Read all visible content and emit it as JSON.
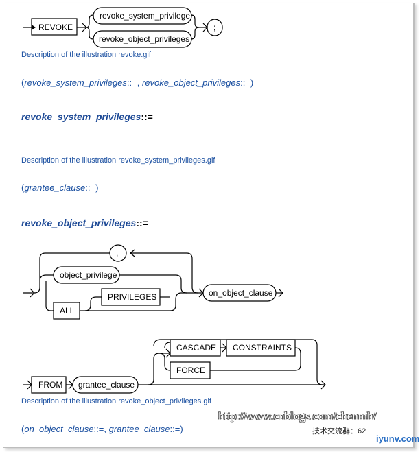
{
  "diagram1": {
    "revoke": "REVOKE",
    "sys_priv": "revoke_system_privilege",
    "obj_priv": "revoke_object_privileges",
    "semicolon": ";"
  },
  "caption1": "Description of the illustration revoke.gif",
  "ref1": {
    "open": "(",
    "a": "revoke_system_privileges",
    "a_op": "::=",
    "sep": ", ",
    "b": "revoke_object_privileges",
    "b_op": "::=",
    "close": ")"
  },
  "heading1": {
    "name": "revoke_system_privileges",
    "op": "::="
  },
  "caption2": "Description of the illustration revoke_system_privileges.gif",
  "ref2": {
    "open": "(",
    "a": "grantee_clause",
    "a_op": "::=",
    "close": ")"
  },
  "heading2": {
    "name": "revoke_object_privileges",
    "op": "::="
  },
  "diagram2": {
    "comma": ",",
    "object_privilege": "object_privilege",
    "all": "ALL",
    "privileges": "PRIVILEGES",
    "on_object_clause": "on_object_clause"
  },
  "diagram3": {
    "from": "FROM",
    "grantee_clause": "grantee_clause",
    "cascade": "CASCADE",
    "constraints": "CONSTRAINTS",
    "force": "FORCE"
  },
  "caption3": "Description of the illustration revoke_object_privileges.gif",
  "ref3": {
    "open": "(",
    "a": "on_object_clause",
    "a_op": "::=",
    "sep": ", ",
    "b": "grantee_clause",
    "b_op": "::=",
    "close": ")"
  },
  "watermark": "http://www.cnblogs.com/chenmh/",
  "watermark_sub": "技术交流群：62",
  "logo": "iyunv.com"
}
